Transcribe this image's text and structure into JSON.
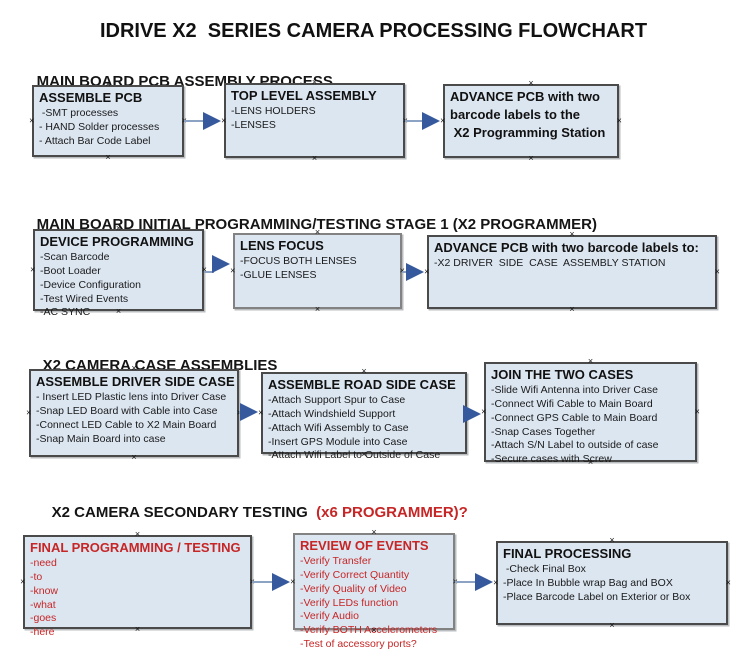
{
  "title": "IDRIVE X2  SERIES CAMERA PROCESSING FLOWCHART",
  "colors": {
    "box_fill": "#dce6f1",
    "box_border_dark": "#4a4a4a",
    "box_border_gray": "#828282",
    "arrow_line": "#8ca3c4",
    "arrow_head": "#35599c",
    "red_text": "#c62626",
    "black_text": "#1a1a1a",
    "background": "#ffffff"
  },
  "icons": {
    "connection_marker": "×"
  },
  "sections": [
    {
      "heading": "MAIN BOARD PCB ASSEMBLY PROCESS",
      "heading_red": "",
      "boxes": [
        {
          "title": "ASSEMBLE PCB",
          "body": " -SMT processes\n- HAND Solder processes\n- Attach Bar Code Label"
        },
        {
          "title": "TOP LEVEL ASSEMBLY",
          "body": "-LENS HOLDERS\n-LENSES"
        },
        {
          "title": "ADVANCE PCB with two\nbarcode labels to the\n X2 Programming Station",
          "body": ""
        }
      ]
    },
    {
      "heading": "MAIN BOARD INITIAL PROGRAMMING/TESTING STAGE 1 (X2 PROGRAMMER)",
      "heading_red": "",
      "boxes": [
        {
          "title": "DEVICE PROGRAMMING",
          "body": "-Scan Barcode\n-Boot Loader\n-Device Configuration\n-Test Wired Events\n-AC SYNC"
        },
        {
          "title": "LENS FOCUS",
          "body": "-FOCUS BOTH LENSES\n-GLUE LENSES"
        },
        {
          "title": "ADVANCE PCB with two barcode labels to:",
          "body": "-X2 DRIVER  SIDE  CASE  ASSEMBLY STATION"
        }
      ]
    },
    {
      "heading": "X2 CAMERA CASE ASSEMBLIES",
      "heading_red": "",
      "boxes": [
        {
          "title": "ASSEMBLE DRIVER SIDE CASE",
          "body": "- Insert LED Plastic lens into Driver Case\n-Snap LED Board with Cable into Case\n-Connect LED Cable to X2 Main Board\n-Snap Main Board into case"
        },
        {
          "title": "ASSEMBLE ROAD SIDE CASE",
          "body": "-Attach Support Spur to Case\n-Attach Windshield Support\n-Attach Wifi Assembly to Case\n-Insert GPS Module into Case\n-Attach Wifi Label to Outside of Case"
        },
        {
          "title": "JOIN THE TWO CASES",
          "body": "-Slide Wifi Antenna into Driver Case\n-Connect Wifi Cable to Main Board\n-Connect GPS Cable to Main Board\n-Snap Cases Together\n-Attach S/N Label to outside of case\n-Secure cases with Screw"
        }
      ]
    },
    {
      "heading": "X2 CAMERA SECONDARY TESTING  ",
      "heading_red": "(x6 PROGRAMMER)?",
      "boxes": [
        {
          "title": "FINAL PROGRAMMING / TESTING",
          "body": "-need\n-to\n-know\n-what\n-goes\n-here"
        },
        {
          "title": "REVIEW OF EVENTS",
          "body": "-Verify Transfer\n-Verify Correct Quantity\n-Verify Quality of Video\n-Verify LEDs function\n-Verify Audio\n-Verify BOTH Accelerometers\n-Test of accessory ports?"
        },
        {
          "title": "FINAL PROCESSING",
          "body": " -Check Final Box\n-Place In Bubble wrap Bag and BOX\n-Place Barcode Label on Exterior or Box"
        }
      ]
    }
  ]
}
